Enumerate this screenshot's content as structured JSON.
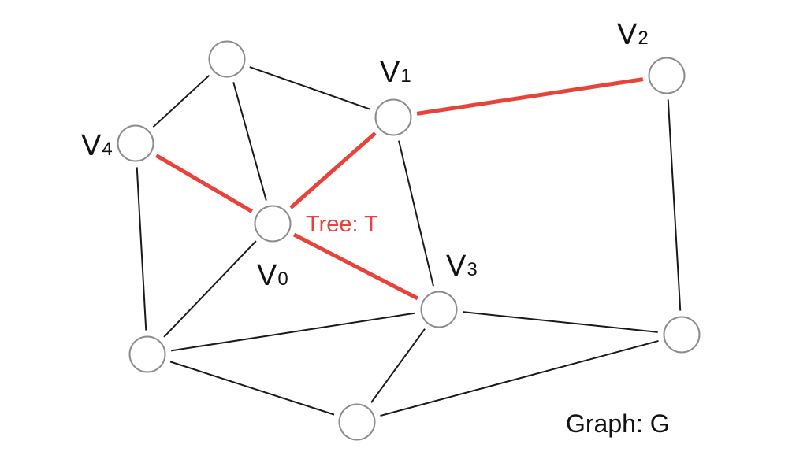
{
  "colors": {
    "tree_edge": "#e8433a",
    "graph_edge": "#1a1a1a",
    "node_stroke": "#8c8c8c",
    "background": "#ffffff"
  },
  "labels": {
    "tree": "Tree: T",
    "graph": "Graph: G"
  },
  "vertex_labels": {
    "v0": {
      "main": "V",
      "sub": "0"
    },
    "v1": {
      "main": "V",
      "sub": "1"
    },
    "v2": {
      "main": "V",
      "sub": "2"
    },
    "v3": {
      "main": "V",
      "sub": "3"
    },
    "v4": {
      "main": "V",
      "sub": "4"
    }
  },
  "nodes": [
    "top",
    "v1",
    "v2",
    "v4",
    "v0",
    "v3",
    "right",
    "bottom_left",
    "bottom"
  ],
  "graph_edges": [
    [
      "top",
      "v1"
    ],
    [
      "top",
      "v4"
    ],
    [
      "top",
      "v0"
    ],
    [
      "v2",
      "right"
    ],
    [
      "v1",
      "v3"
    ],
    [
      "v4",
      "bottom_left"
    ],
    [
      "v0",
      "bottom_left"
    ],
    [
      "bottom_left",
      "v3"
    ],
    [
      "v3",
      "right"
    ],
    [
      "v3",
      "bottom"
    ],
    [
      "bottom_left",
      "bottom"
    ],
    [
      "bottom",
      "right"
    ]
  ],
  "tree_edges": [
    [
      "v1",
      "v2"
    ],
    [
      "v0",
      "v1"
    ],
    [
      "v4",
      "v0"
    ],
    [
      "v0",
      "v3"
    ]
  ]
}
